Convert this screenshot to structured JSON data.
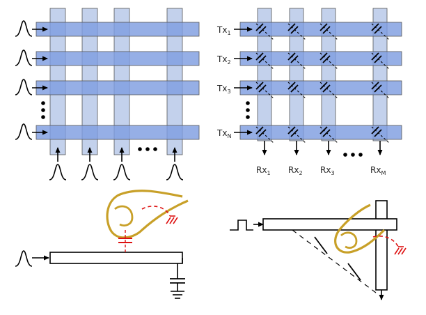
{
  "right_grid": {
    "tx_labels": [
      {
        "base": "Tx",
        "sub": "1"
      },
      {
        "base": "Tx",
        "sub": "2"
      },
      {
        "base": "Tx",
        "sub": "3"
      },
      {
        "base": "Tx",
        "sub": "N"
      }
    ],
    "rx_labels": [
      {
        "base": "Rx",
        "sub": "1"
      },
      {
        "base": "Rx",
        "sub": "2"
      },
      {
        "base": "Rx",
        "sub": "3"
      },
      {
        "base": "Rx",
        "sub": "M"
      }
    ]
  },
  "colors": {
    "row_electrode": "#7f9de0",
    "column_electrode": "#c3d1ec",
    "stroke": "#000000",
    "finger": "#c8a028",
    "field_line": "#dd1111"
  }
}
